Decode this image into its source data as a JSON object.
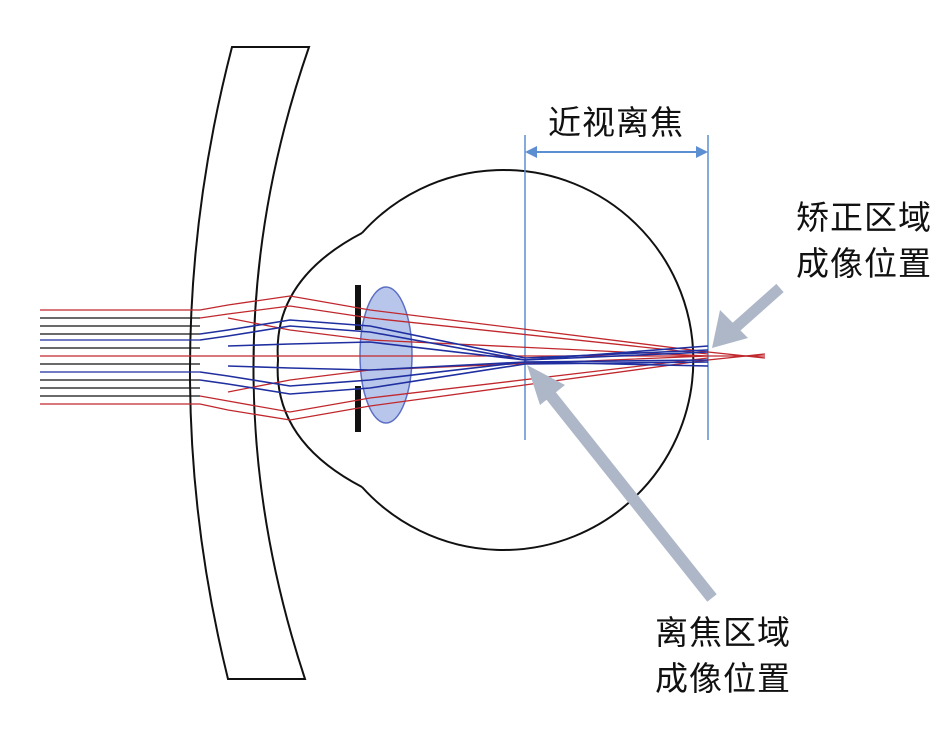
{
  "labels": {
    "myopic_defocus": "近视离焦",
    "correction_zone_line1": "矫正区域",
    "correction_zone_line2": "成像位置",
    "defocus_zone_line1": "离焦区域",
    "defocus_zone_line2": "成像位置"
  },
  "colors": {
    "red_ray": "#c0282d",
    "blue_ray": "#1f2fa0",
    "black_ray": "#111111",
    "dimension_line": "#5b8fd1",
    "pointer_arrow": "#aeb7c8",
    "crystalline_lens_fill": "#b9c6ec",
    "crystalline_lens_stroke": "#5d6fc4",
    "outline": "#111111"
  }
}
